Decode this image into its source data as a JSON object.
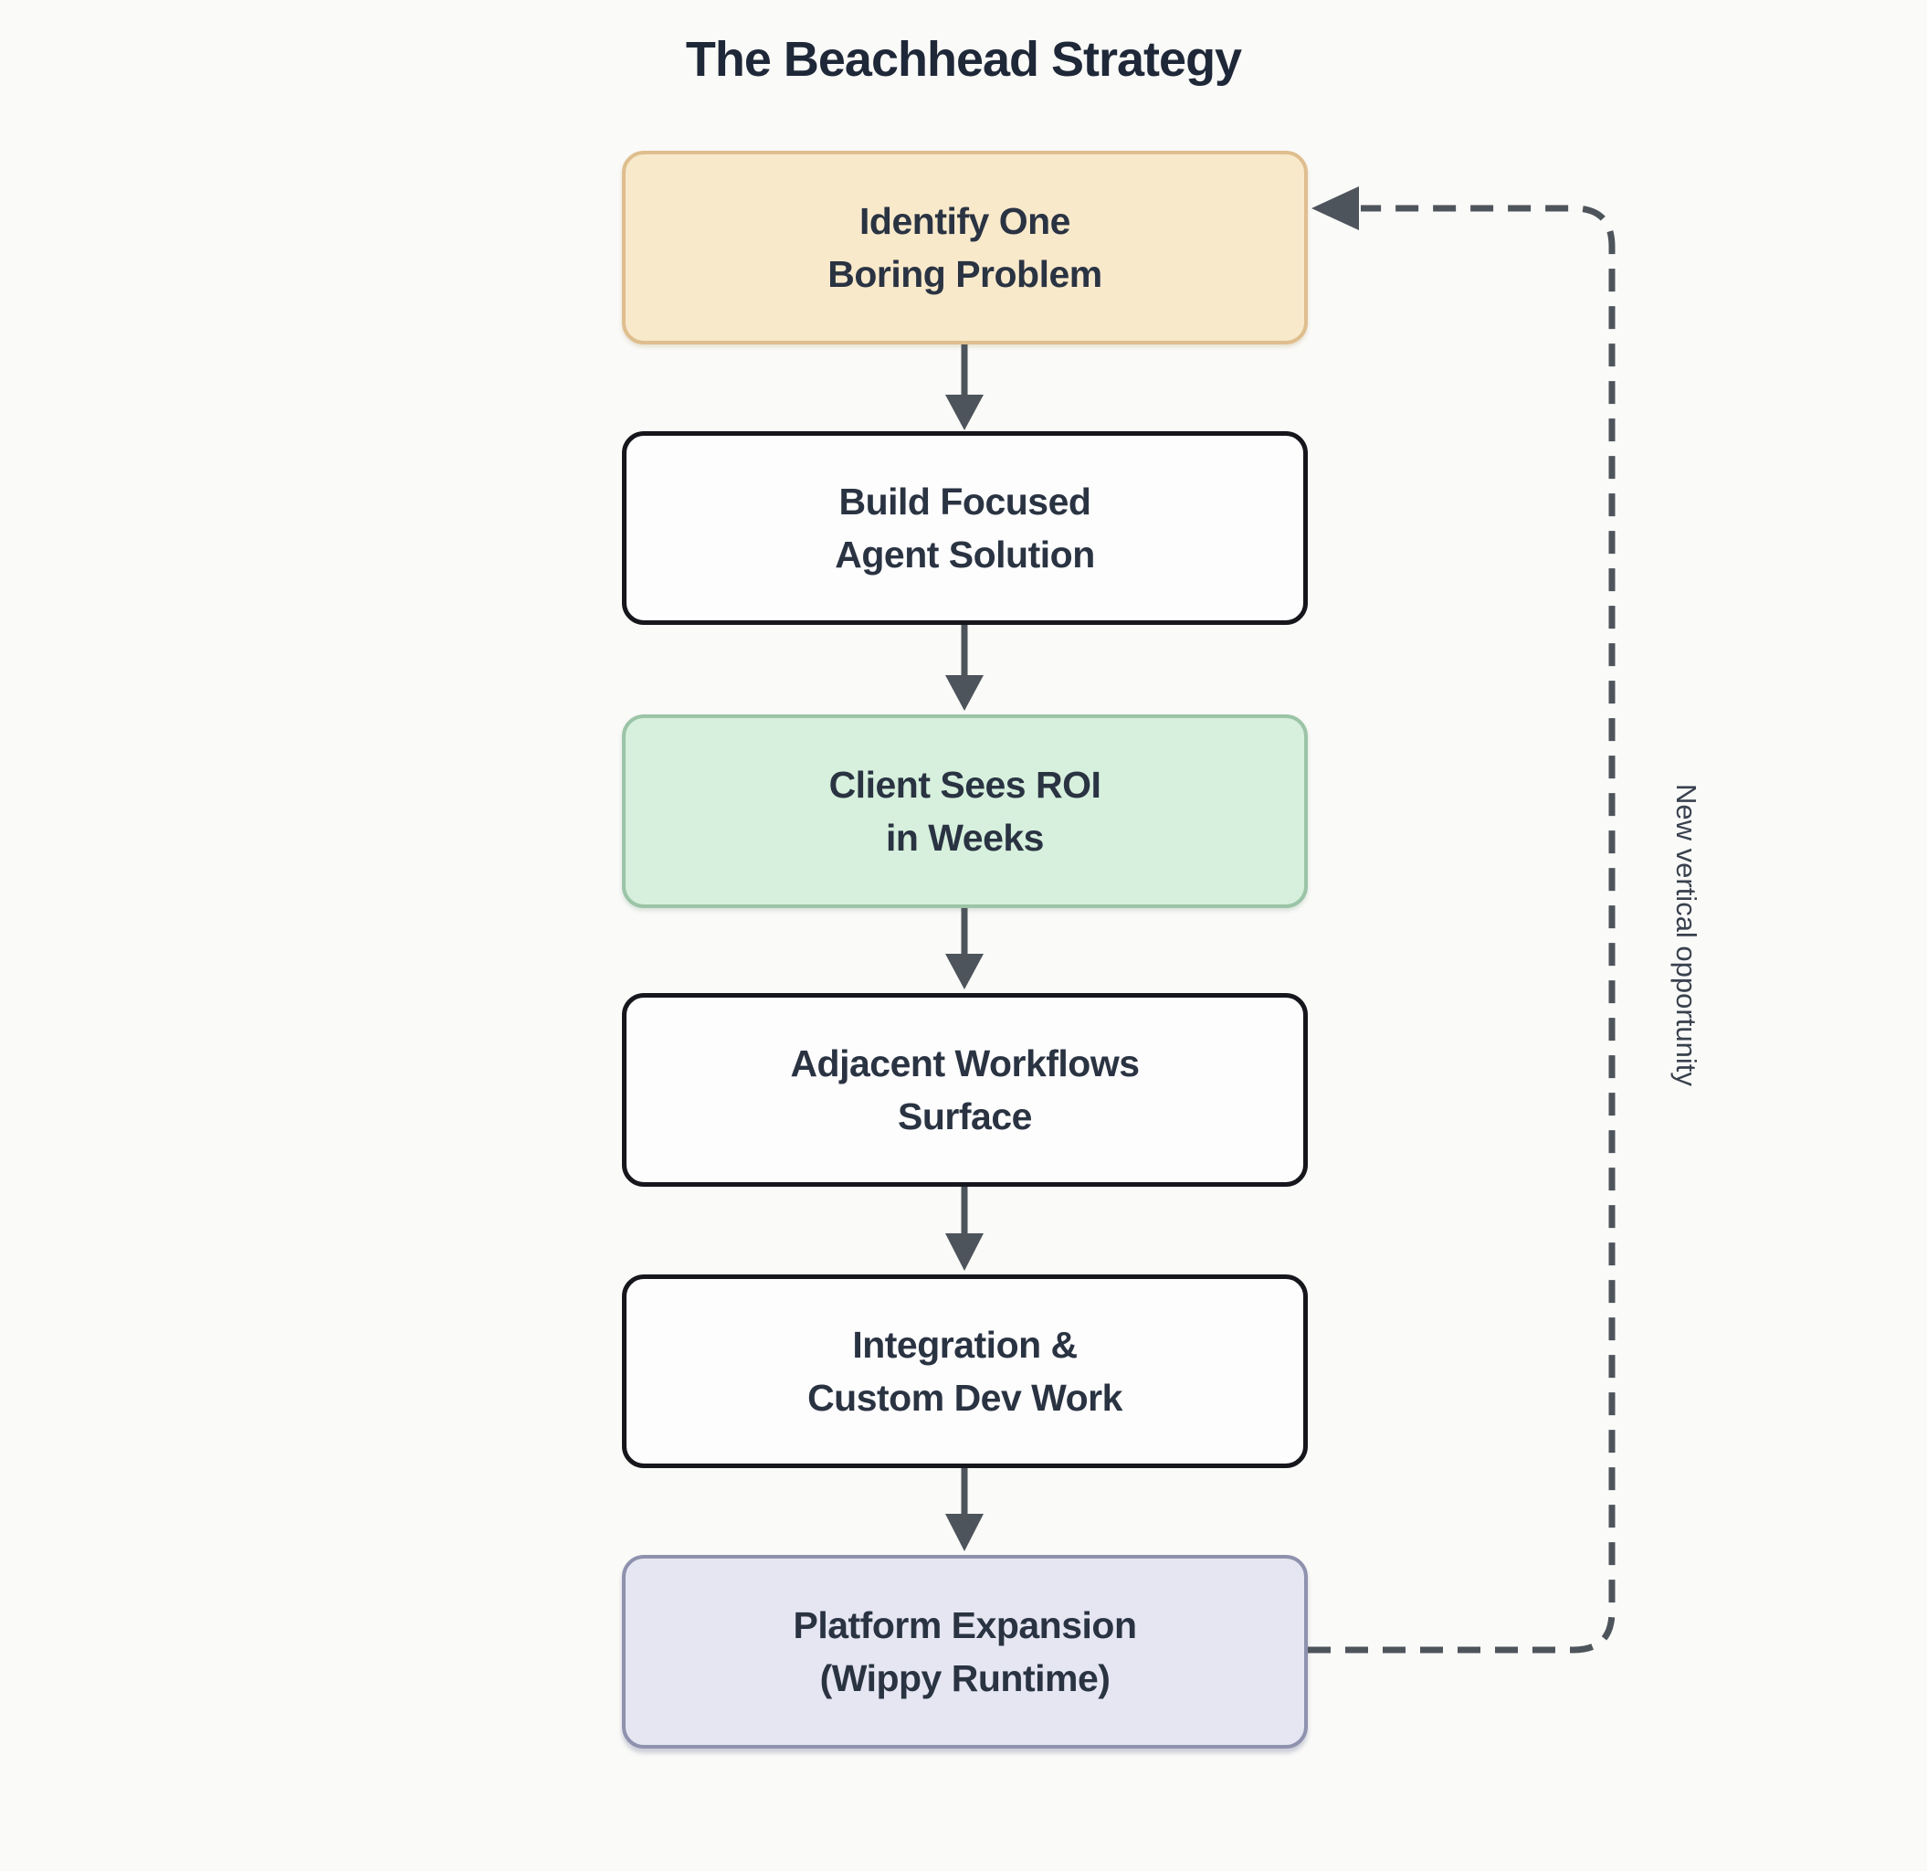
{
  "title": "The Beachhead Strategy",
  "flow": {
    "nodes": [
      {
        "id": "identify-boring-problem",
        "label": "Identify One\nBoring Problem",
        "variant": "orange"
      },
      {
        "id": "build-focused-agent-solution",
        "label": "Build Focused\nAgent Solution",
        "variant": "outline"
      },
      {
        "id": "client-sees-roi-in-weeks",
        "label": "Client Sees ROI\nin Weeks",
        "variant": "green"
      },
      {
        "id": "adjacent-workflows-surface",
        "label": "Adjacent Workflows\nSurface",
        "variant": "outline"
      },
      {
        "id": "integration-custom-dev-work",
        "label": "Integration &\nCustom Dev Work",
        "variant": "outline"
      },
      {
        "id": "platform-expansion-wippy",
        "label": "Platform Expansion\n(Wippy Runtime)",
        "variant": "lavender"
      }
    ],
    "connectors": [
      {
        "from": "identify-boring-problem",
        "to": "build-focused-agent-solution",
        "style": "solid-arrow"
      },
      {
        "from": "build-focused-agent-solution",
        "to": "client-sees-roi-in-weeks",
        "style": "solid-arrow"
      },
      {
        "from": "client-sees-roi-in-weeks",
        "to": "adjacent-workflows-surface",
        "style": "solid-arrow"
      },
      {
        "from": "adjacent-workflows-surface",
        "to": "integration-custom-dev-work",
        "style": "solid-arrow"
      },
      {
        "from": "integration-custom-dev-work",
        "to": "platform-expansion-wippy",
        "style": "solid-arrow"
      },
      {
        "from": "platform-expansion-wippy",
        "to": "identify-boring-problem",
        "style": "dashed-arrow",
        "label": "New vertical opportunity"
      }
    ],
    "loop_label": "New vertical opportunity"
  },
  "colors": {
    "background": "#FAFAF8",
    "title-text": "#1F2838",
    "node-text": "#2A3342",
    "arrow": "#4E545B",
    "node-orange-fill": "#F8E9CB",
    "node-orange-border": "#DFBE8E",
    "node-green-fill": "#D6F0DD",
    "node-green-border": "#9CC4A7",
    "node-lavender-fill": "#E5E6F2",
    "node-lavender-border": "#8E92AE",
    "node-outline-fill": "#FDFDFD",
    "node-outline-border": "#16161D"
  }
}
